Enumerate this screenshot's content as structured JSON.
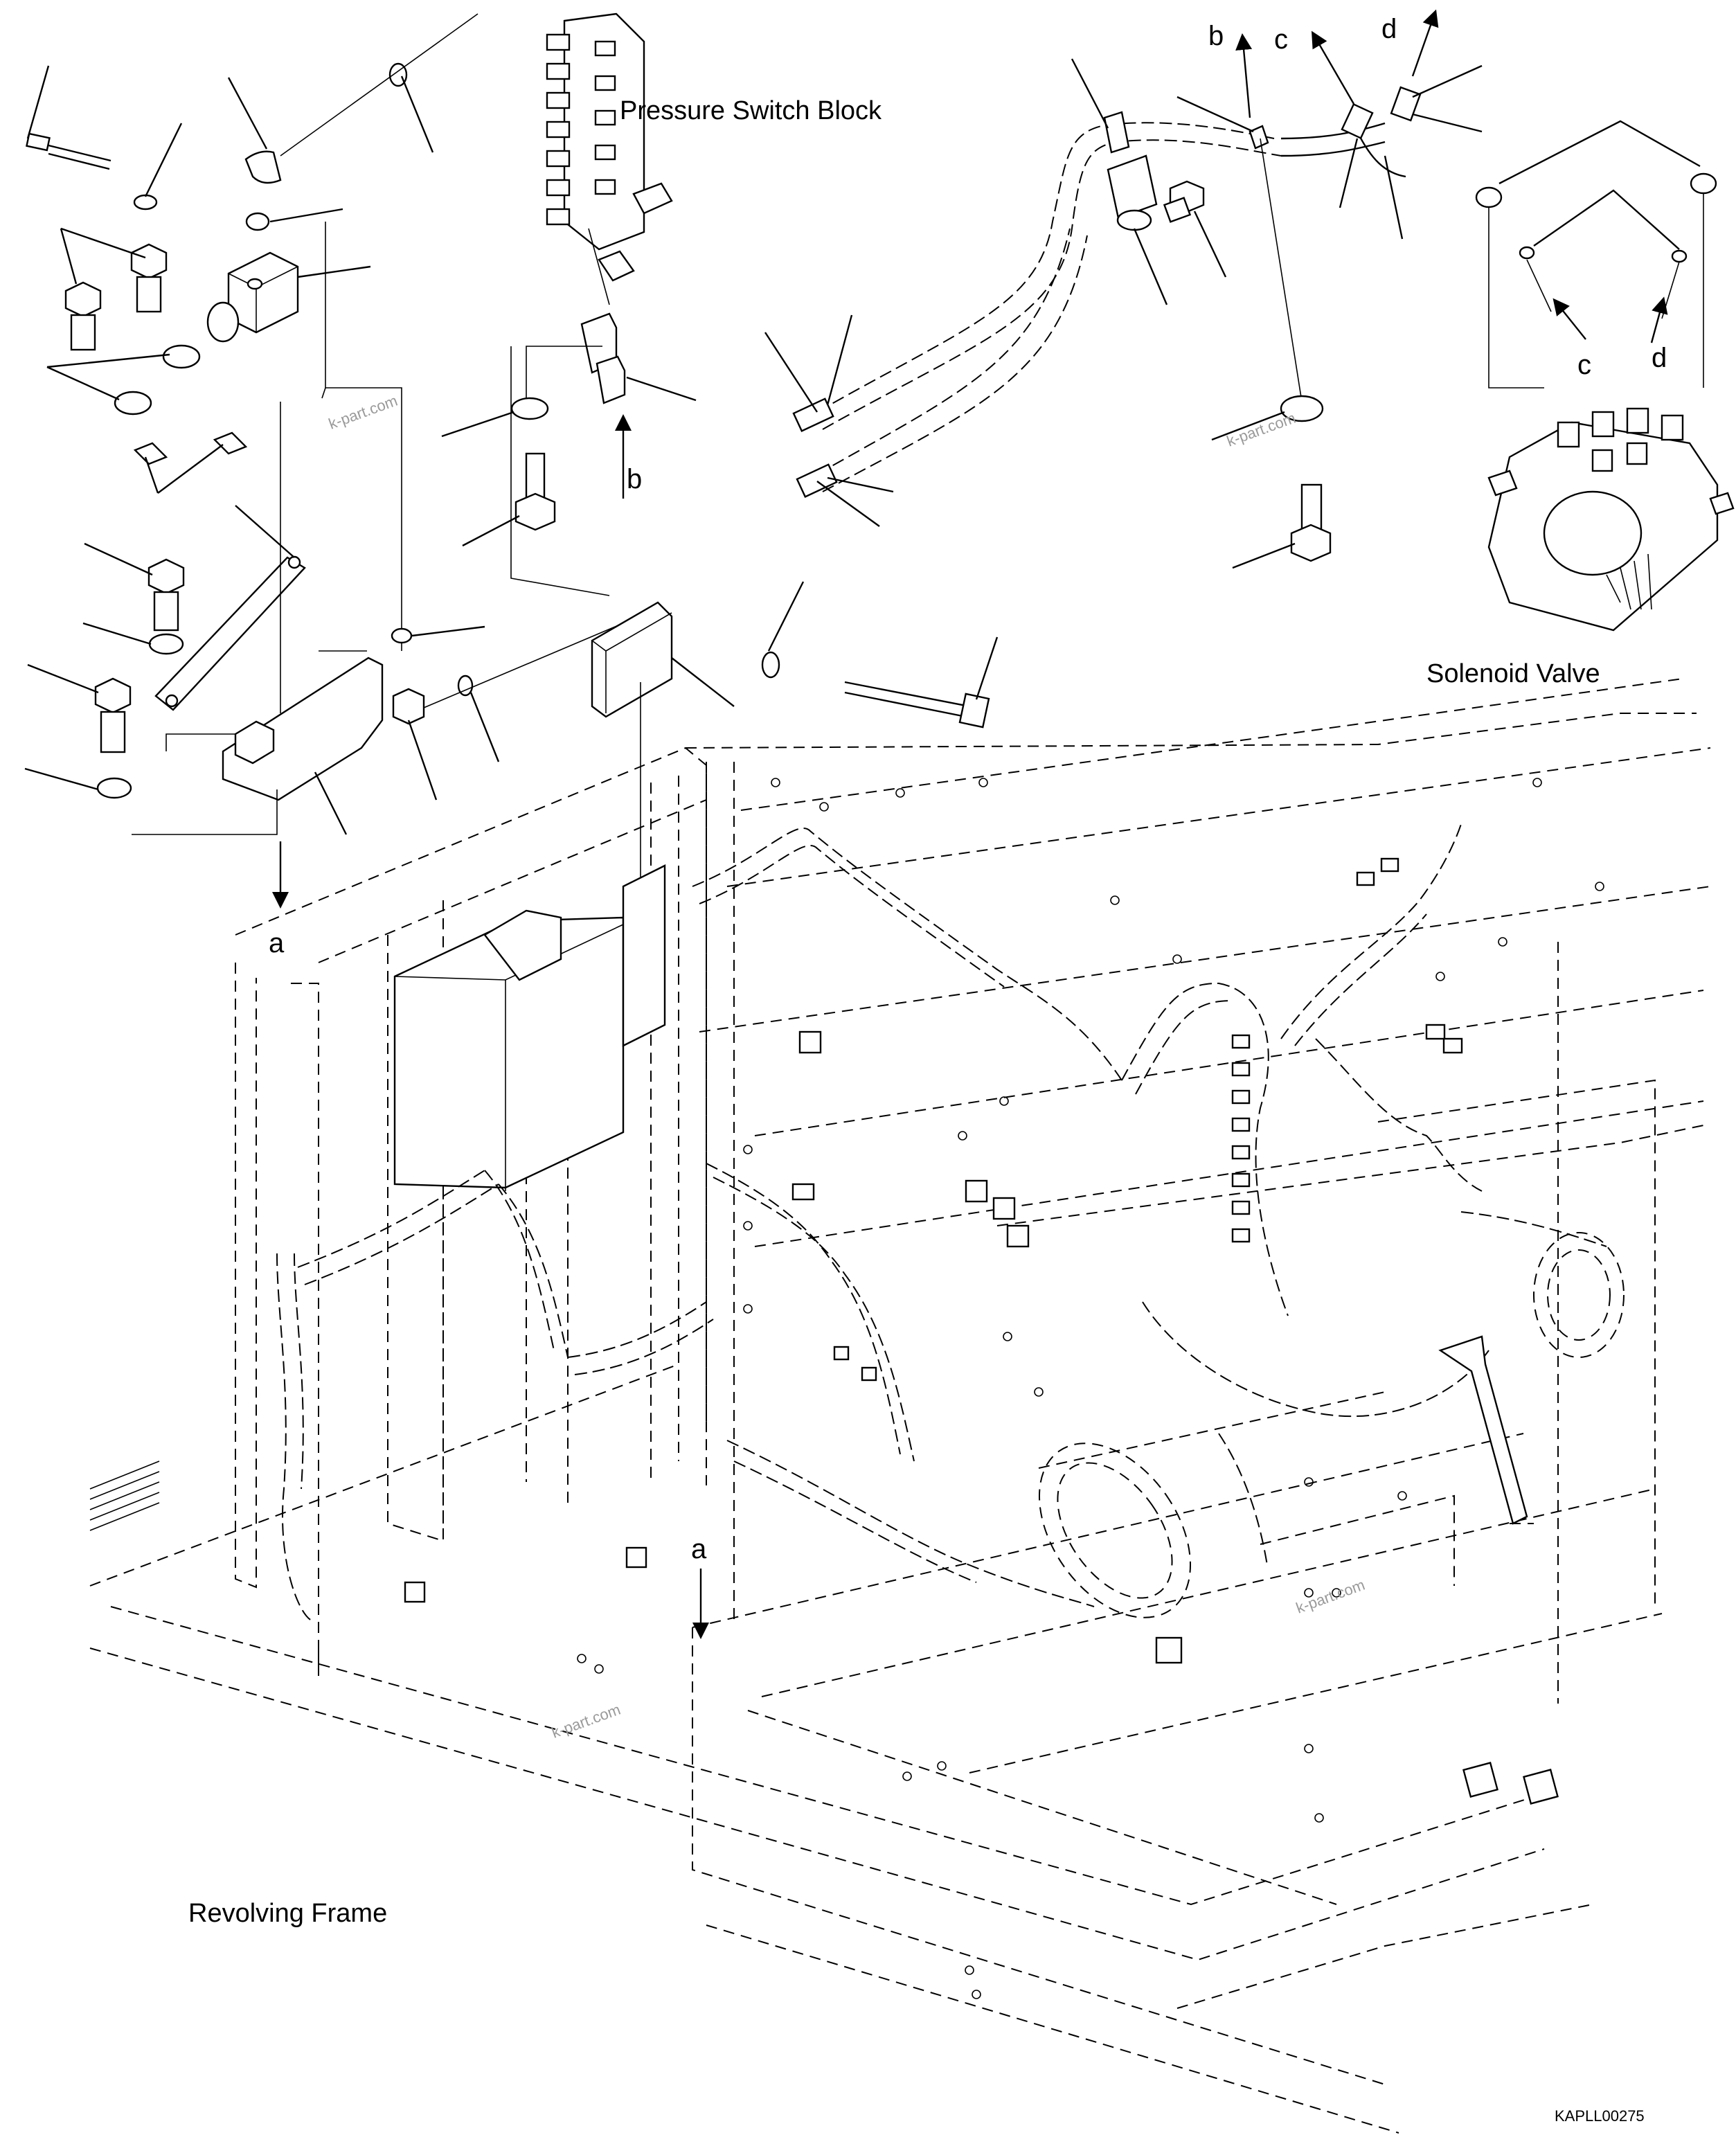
{
  "labels": {
    "pressure_switch_block": "Pressure Switch Block",
    "solenoid_valve": "Solenoid Valve",
    "revolving_frame": "Revolving Frame",
    "drawing_code": "KAPLL00275"
  },
  "watermark": "k-part.com",
  "arrow_refs": {
    "a": "a",
    "b": "b",
    "c": "c",
    "d": "d"
  }
}
